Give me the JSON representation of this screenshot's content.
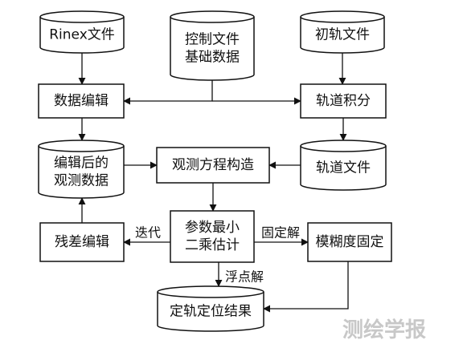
{
  "diagram": {
    "nodes": [
      {
        "id": "rinex",
        "kind": "database",
        "lines": [
          "Rinex文件"
        ]
      },
      {
        "id": "ctrl",
        "kind": "database",
        "lines": [
          "控制文件",
          "基础数据"
        ]
      },
      {
        "id": "init",
        "kind": "database",
        "lines": [
          "初轨文件"
        ]
      },
      {
        "id": "edit",
        "kind": "process",
        "lines": [
          "数据编辑"
        ]
      },
      {
        "id": "integ",
        "kind": "process",
        "lines": [
          "轨道积分"
        ]
      },
      {
        "id": "edited",
        "kind": "database",
        "lines": [
          "编辑后的",
          "观测数据"
        ]
      },
      {
        "id": "obs",
        "kind": "process",
        "lines": [
          "观测方程构造"
        ]
      },
      {
        "id": "orbit",
        "kind": "database",
        "lines": [
          "轨道文件"
        ]
      },
      {
        "id": "resid",
        "kind": "process",
        "lines": [
          "残差编辑"
        ]
      },
      {
        "id": "lsq",
        "kind": "process",
        "lines": [
          "参数最小",
          "二乘估计"
        ]
      },
      {
        "id": "amb",
        "kind": "process",
        "lines": [
          "模糊度固定"
        ]
      },
      {
        "id": "result",
        "kind": "database",
        "lines": [
          "定轨定位结果"
        ]
      }
    ],
    "edges": [
      {
        "id": "e-rinex-edit",
        "from": "rinex",
        "to": "edit",
        "label": ""
      },
      {
        "id": "e-ctrl-edit",
        "from": "ctrl",
        "to": "edit",
        "label": ""
      },
      {
        "id": "e-ctrl-integ",
        "from": "ctrl",
        "to": "integ",
        "label": ""
      },
      {
        "id": "e-init-integ",
        "from": "init",
        "to": "integ",
        "label": ""
      },
      {
        "id": "e-edit-edited",
        "from": "edit",
        "to": "edited",
        "label": ""
      },
      {
        "id": "e-integ-orbit",
        "from": "integ",
        "to": "orbit",
        "label": ""
      },
      {
        "id": "e-edited-obs",
        "from": "edited",
        "to": "obs",
        "label": ""
      },
      {
        "id": "e-orbit-obs",
        "from": "orbit",
        "to": "obs",
        "label": ""
      },
      {
        "id": "e-obs-lsq",
        "from": "obs",
        "to": "lsq",
        "label": ""
      },
      {
        "id": "e-lsq-resid",
        "from": "lsq",
        "to": "resid",
        "label": "迭代"
      },
      {
        "id": "e-resid-edited",
        "from": "resid",
        "to": "edited",
        "label": ""
      },
      {
        "id": "e-lsq-amb",
        "from": "lsq",
        "to": "amb",
        "label": "固定解"
      },
      {
        "id": "e-lsq-result",
        "from": "lsq",
        "to": "result",
        "label": "浮点解"
      },
      {
        "id": "e-amb-result",
        "from": "amb",
        "to": "result",
        "label": ""
      }
    ]
  },
  "watermark": {
    "text": "测绘学报"
  }
}
